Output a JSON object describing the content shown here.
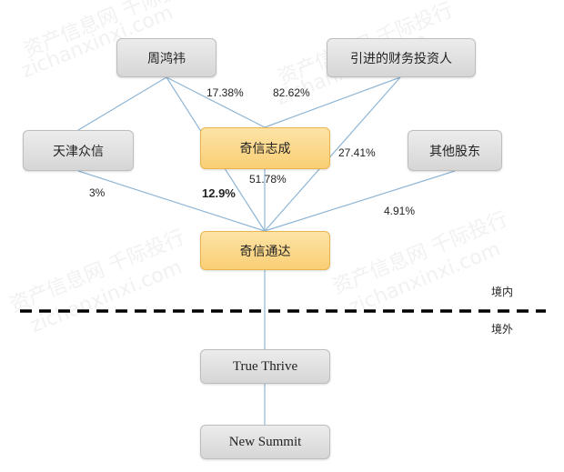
{
  "nodes": {
    "zhou": "周鸿祎",
    "investors": "引进的财务投资人",
    "tianjin": "天津众信",
    "qixin_zhicheng": "奇信志成",
    "others": "其他股东",
    "qixin_tongda": "奇信通达",
    "true_thrive": "True Thrive",
    "new_summit": "New Summit"
  },
  "percentages": {
    "zhou_to_zhicheng": "17.38%",
    "investors_to_zhicheng": "82.62%",
    "tianjin_to_tongda": "3%",
    "zhou_to_tongda": "12.9%",
    "zhicheng_to_tongda": "51.78%",
    "investors_to_tongda": "27.41%",
    "others_to_tongda": "4.91%"
  },
  "zones": {
    "domestic": "境内",
    "overseas": "境外"
  },
  "watermark": {
    "cn": "资产信息网 千际投行",
    "en": "zichanxinxi.com"
  },
  "colors": {
    "line": "#8fb6d6",
    "node_fill": "#dedede",
    "highlight_fill": "#fbd88a",
    "divider": "#000000"
  }
}
